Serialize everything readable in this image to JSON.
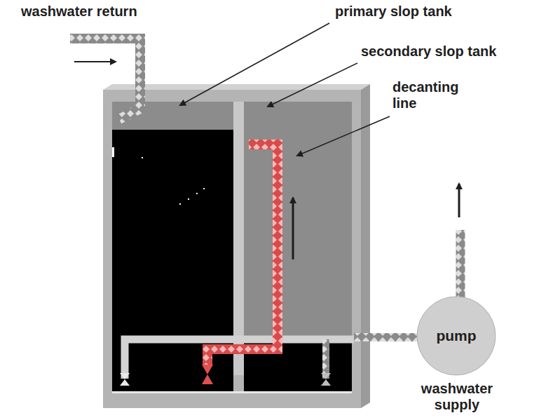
{
  "diagram": {
    "nodes": [
      {
        "text": [
          "pump"
        ]
      }
    ],
    "labels": [
      "washwater return",
      "primary slop tank",
      "secondary slop tank",
      "decanting line",
      "washwater supply"
    ]
  }
}
